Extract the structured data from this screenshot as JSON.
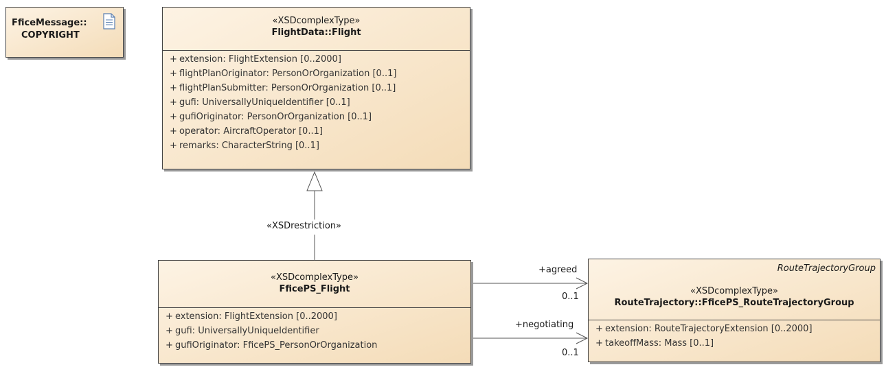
{
  "note": {
    "line1": "FficeMessage::",
    "line2": "COPYRIGHT",
    "icon": "document-icon"
  },
  "flight": {
    "stereotype": "«XSDcomplexType»",
    "name": "FlightData::Flight",
    "attributes": [
      {
        "vis": "+",
        "text": "extension: FlightExtension [0..2000]"
      },
      {
        "vis": "+",
        "text": "flightPlanOriginator: PersonOrOrganization [0..1]"
      },
      {
        "vis": "+",
        "text": "flightPlanSubmitter: PersonOrOrganization [0..1]"
      },
      {
        "vis": "+",
        "text": "gufi: UniversallyUniqueIdentifier [0..1]"
      },
      {
        "vis": "+",
        "text": "gufiOriginator: PersonOrOrganization [0..1]"
      },
      {
        "vis": "+",
        "text": "operator: AircraftOperator [0..1]"
      },
      {
        "vis": "+",
        "text": "remarks: CharacterString [0..1]"
      }
    ]
  },
  "restriction_label": "«XSDrestriction»",
  "ffice_flight": {
    "stereotype": "«XSDcomplexType»",
    "name": "FficePS_Flight",
    "attributes": [
      {
        "vis": "+",
        "text": "extension: FlightExtension [0..2000]"
      },
      {
        "vis": "+",
        "text": "gufi: UniversallyUniqueIdentifier"
      },
      {
        "vis": "+",
        "text": "gufiOriginator: FficePS_PersonOrOrganization"
      }
    ]
  },
  "route_group": {
    "tag": "RouteTrajectoryGroup",
    "stereotype": "«XSDcomplexType»",
    "name": "RouteTrajectory::FficePS_RouteTrajectoryGroup",
    "attributes": [
      {
        "vis": "+",
        "text": "extension: RouteTrajectoryExtension [0..2000]"
      },
      {
        "vis": "+",
        "text": "takeoffMass: Mass [0..1]"
      }
    ]
  },
  "assoc_agreed": {
    "role": "+agreed",
    "multiplicity": "0..1"
  },
  "assoc_negotiating": {
    "role": "+negotiating",
    "multiplicity": "0..1"
  },
  "colors": {
    "box_fill_light": "#fdf3e4",
    "box_fill_dark": "#f4dcb8",
    "border": "#444444"
  }
}
